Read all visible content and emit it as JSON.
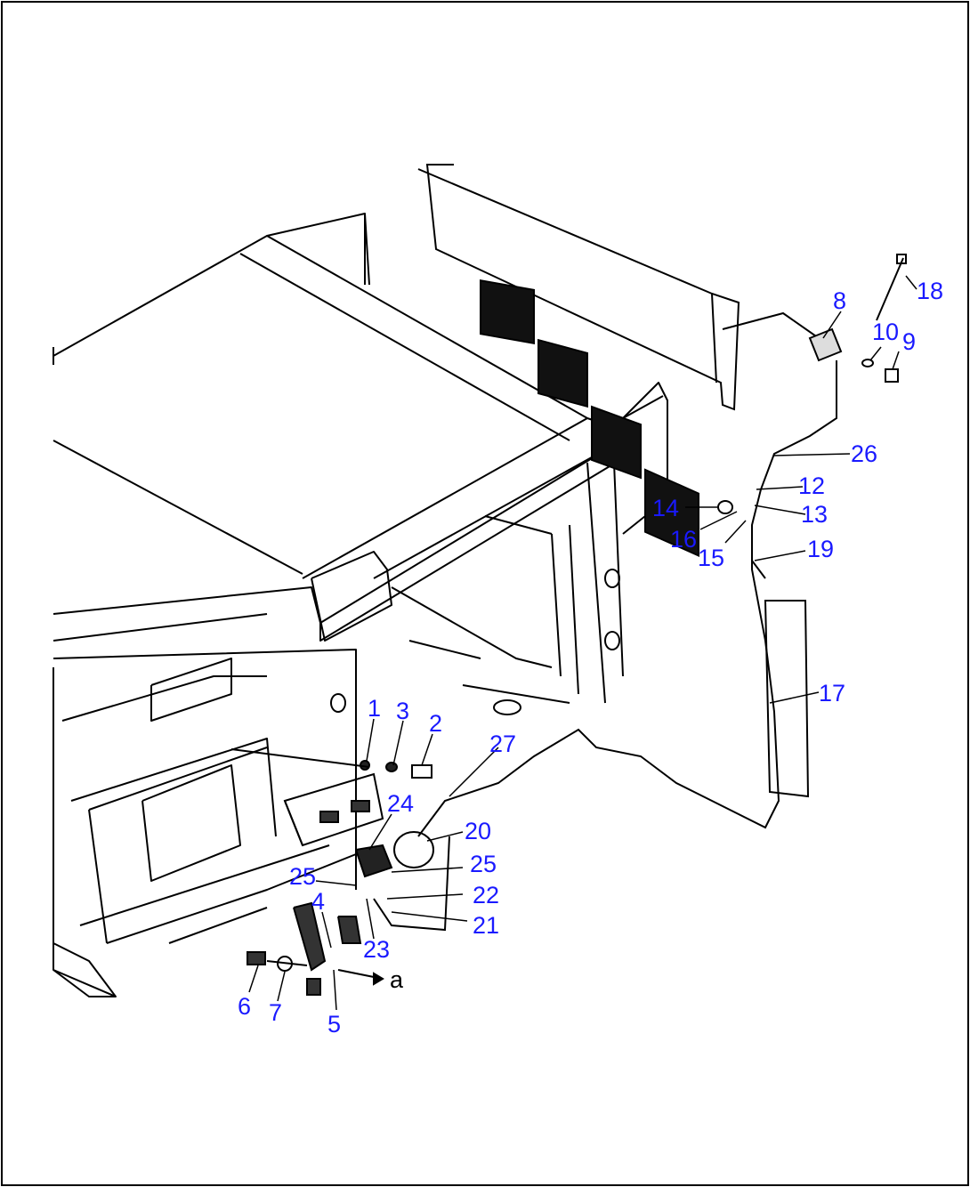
{
  "callouts": [
    "1",
    "2",
    "3",
    "4",
    "5",
    "6",
    "7",
    "8",
    "9",
    "10",
    "12",
    "13",
    "14",
    "15",
    "16",
    "17",
    "18",
    "19",
    "20",
    "21",
    "22",
    "23",
    "24",
    "25",
    "25",
    "26",
    "27"
  ],
  "view_ref": "a",
  "colors": {
    "callout": "#1a1aff",
    "line": "#000000",
    "background": "#ffffff"
  }
}
